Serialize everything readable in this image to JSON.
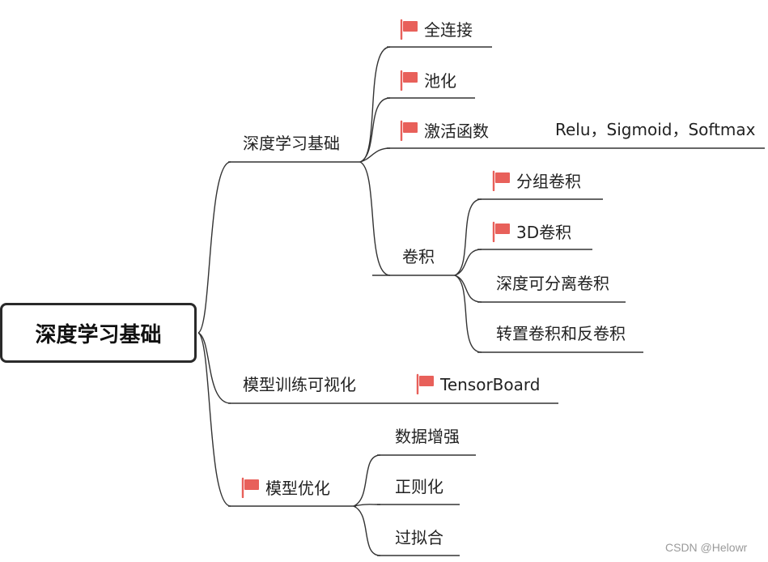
{
  "root": "深度学习基础",
  "branches": {
    "basics": {
      "label": "深度学习基础",
      "fc": "全连接",
      "pool": "池化",
      "act": "激活函数",
      "act_note": "Relu，Sigmoid，Softmax",
      "conv": {
        "label": "卷积",
        "group": "分组卷积",
        "conv3d": "3D卷积",
        "separable": "深度可分离卷积",
        "transposed": "转置卷积和反卷积"
      }
    },
    "viz": {
      "label": "模型训练可视化",
      "tool": "TensorBoard"
    },
    "opt": {
      "label": "模型优化",
      "aug": "数据增强",
      "reg": "正则化",
      "overfit": "过拟合"
    }
  },
  "flag_color": "#e8605a",
  "line_color": "#333333",
  "watermark": "CSDN @Helowr"
}
